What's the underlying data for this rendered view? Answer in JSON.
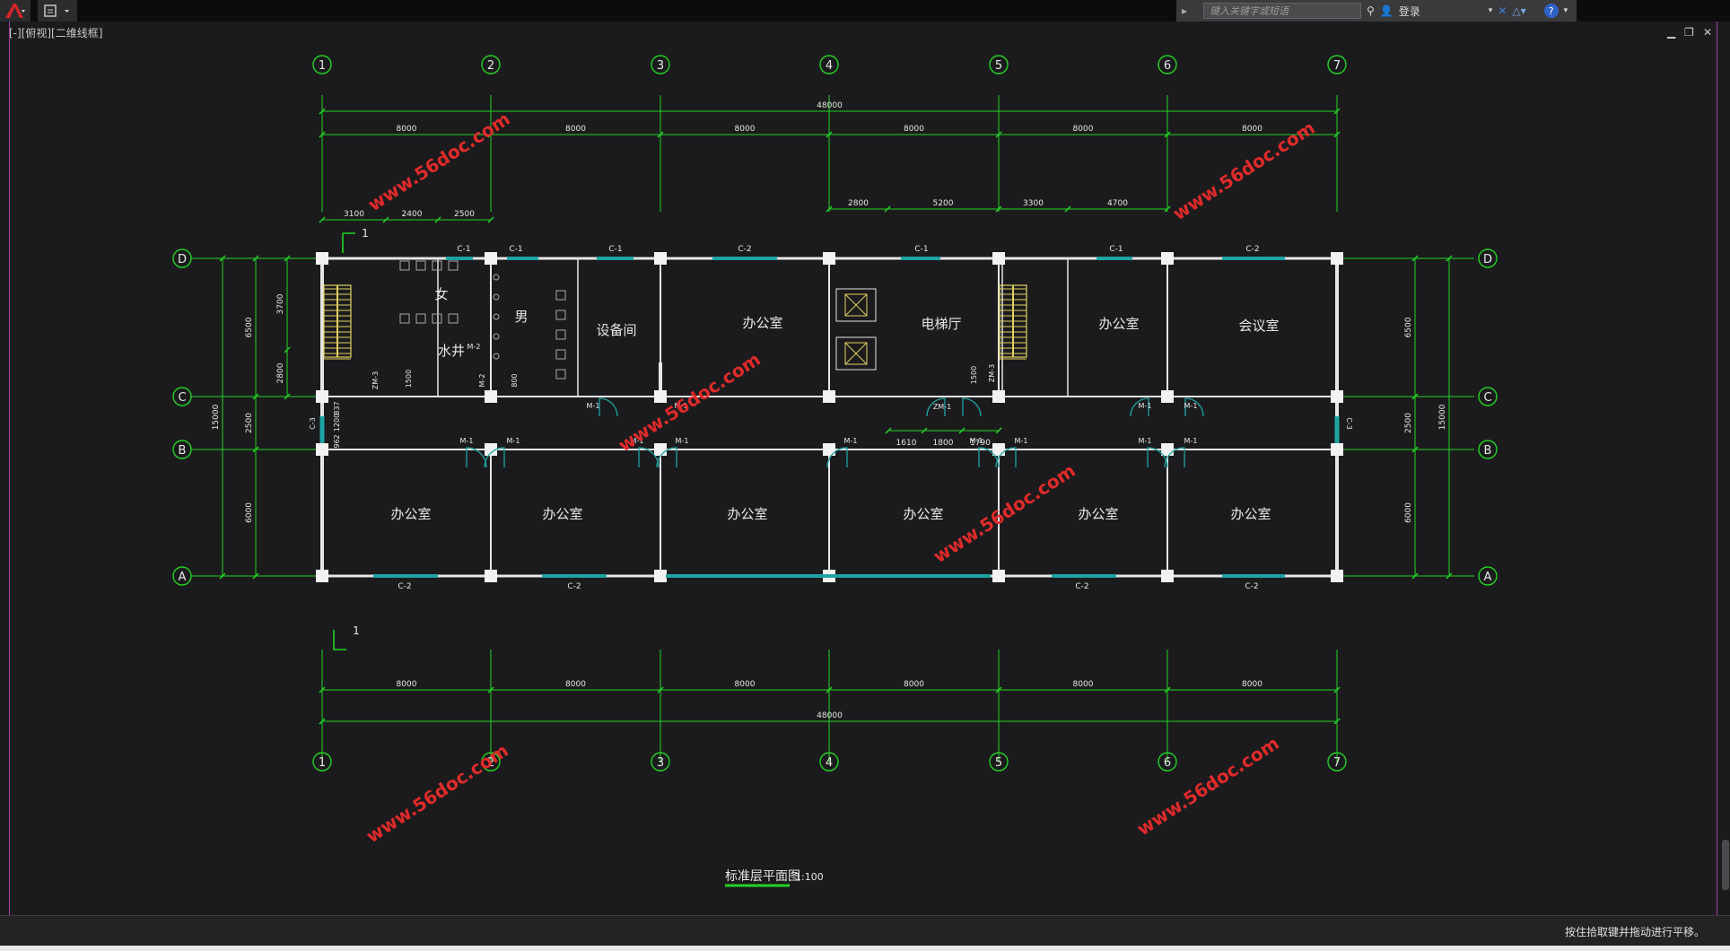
{
  "app": {
    "search_placeholder": "键入关键字或短语",
    "login_label": "登录",
    "viewport_label": "[-][俯视][二维线框]"
  },
  "status": {
    "message": "按住拾取键并拖动进行平移。"
  },
  "drawing": {
    "title": "标准层平面图",
    "scale": "1:100",
    "axis_numbers": [
      "1",
      "2",
      "3",
      "4",
      "5",
      "6",
      "7"
    ],
    "axis_letters": [
      "A",
      "B",
      "C",
      "D"
    ],
    "total_dim": "48000",
    "bay_dims": [
      "8000",
      "8000",
      "8000",
      "8000",
      "8000",
      "8000"
    ],
    "left_subdims": [
      "3100",
      "2400",
      "2500"
    ],
    "right_subdims": [
      "2800",
      "5200",
      "3300",
      "4700"
    ],
    "left_vdims": [
      "6500",
      "2500",
      "6000"
    ],
    "left_vdims_inner": [
      "3700",
      "2800"
    ],
    "right_vdims": [
      "6500",
      "2500",
      "6000"
    ],
    "overall_vdim": "15000",
    "rooms_top": {
      "female": "女",
      "male": "男",
      "water_well": "水井",
      "equipment": "设备间",
      "office1": "办公室",
      "elevator_hall": "电梯厅",
      "office2": "办公室",
      "meeting": "会议室"
    },
    "rooms_bottom": [
      "办公室",
      "办公室",
      "办公室",
      "办公室",
      "办公室",
      "办公室"
    ],
    "window_top": [
      "C-1",
      "C-1",
      "C-1",
      "C-2",
      "C-1",
      "C-1",
      "C-2"
    ],
    "window_bottom": [
      "C-2",
      "C-2",
      "C-2",
      "C-2"
    ],
    "door_labels": [
      "M-1",
      "M-1",
      "M-1",
      "M-1",
      "M-1",
      "M-1",
      "M-1",
      "M-1",
      "M-1"
    ],
    "door_top": [
      "M-1",
      "M-1",
      "M-1",
      "M-1"
    ],
    "zm_label": "ZM-1",
    "zm3": "ZM-3",
    "m2": "M-2",
    "c3": "C-3",
    "elev_dims": [
      "1610",
      "1800",
      "1790"
    ],
    "small_dims": [
      "1500",
      "800",
      "1200",
      "1500",
      "837",
      "962"
    ],
    "section_mark": "1",
    "watermark": "www.56doc.com"
  },
  "colors": {
    "background": "#1b1b1d",
    "grid_green": "#23d323",
    "wall_white": "#e6e6e6",
    "window_cyan": "#1ea3a3",
    "stair_yellow": "#e0d060",
    "watermark_red": "#e02a2a"
  }
}
